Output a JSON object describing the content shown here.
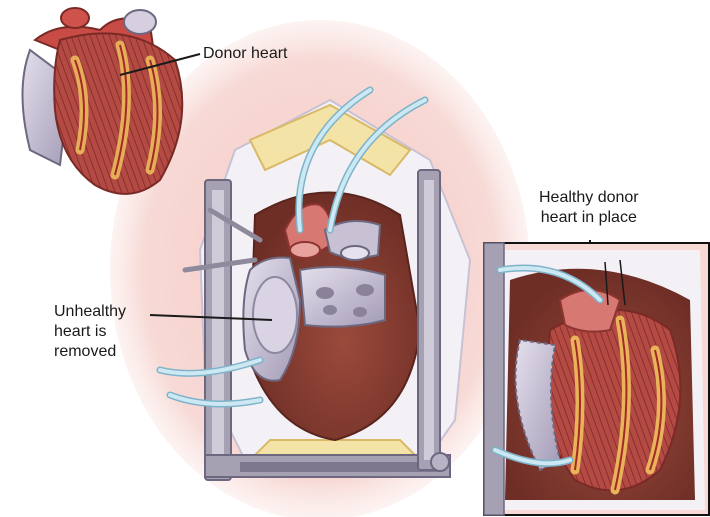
{
  "labels": {
    "donor_heart": "Donor heart",
    "healthy_line1": "Healthy donor",
    "healthy_line2": "heart in place",
    "unhealthy_line1": "Unhealthy",
    "unhealthy_line2": "heart is",
    "unhealthy_line3": "removed"
  },
  "colors": {
    "skin_pink": "#f2b3ad",
    "heart_red": "#c9554f",
    "muscle_dark": "#8a2f2a",
    "fat_yellow": "#e9b35a",
    "vessel_lavender": "#b9b2c9",
    "retractor_gray": "#8e8a9c",
    "tube_blue": "#a8d4e6",
    "cavity_brown": "#7a3a2f"
  }
}
